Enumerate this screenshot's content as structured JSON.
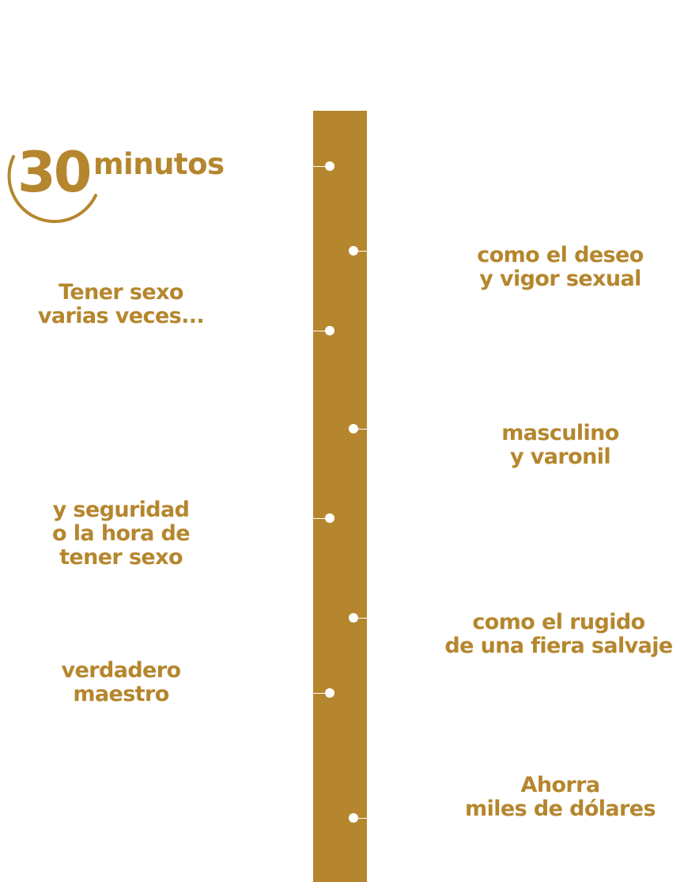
{
  "stat": {
    "number": "30",
    "unit": "minutos"
  },
  "left_items": [
    {
      "line1": "Tener sexo",
      "line2": "varias veces...",
      "line3": ""
    },
    {
      "line1": "y seguridad",
      "line2": "o la hora de",
      "line3": "tener sexo"
    },
    {
      "line1": "verdadero",
      "line2": "maestro",
      "line3": ""
    }
  ],
  "right_items": [
    {
      "line1": "como el deseo",
      "line2": "y vigor sexual"
    },
    {
      "line1": "masculino",
      "line2": "y varonil"
    },
    {
      "line1": "como el rugido",
      "line2": "de una fiera salvaje"
    },
    {
      "line1": "Ahorra",
      "line2": "miles de dólares"
    }
  ],
  "colors": {
    "accent": "#b5862d",
    "background": "#ffffff"
  }
}
